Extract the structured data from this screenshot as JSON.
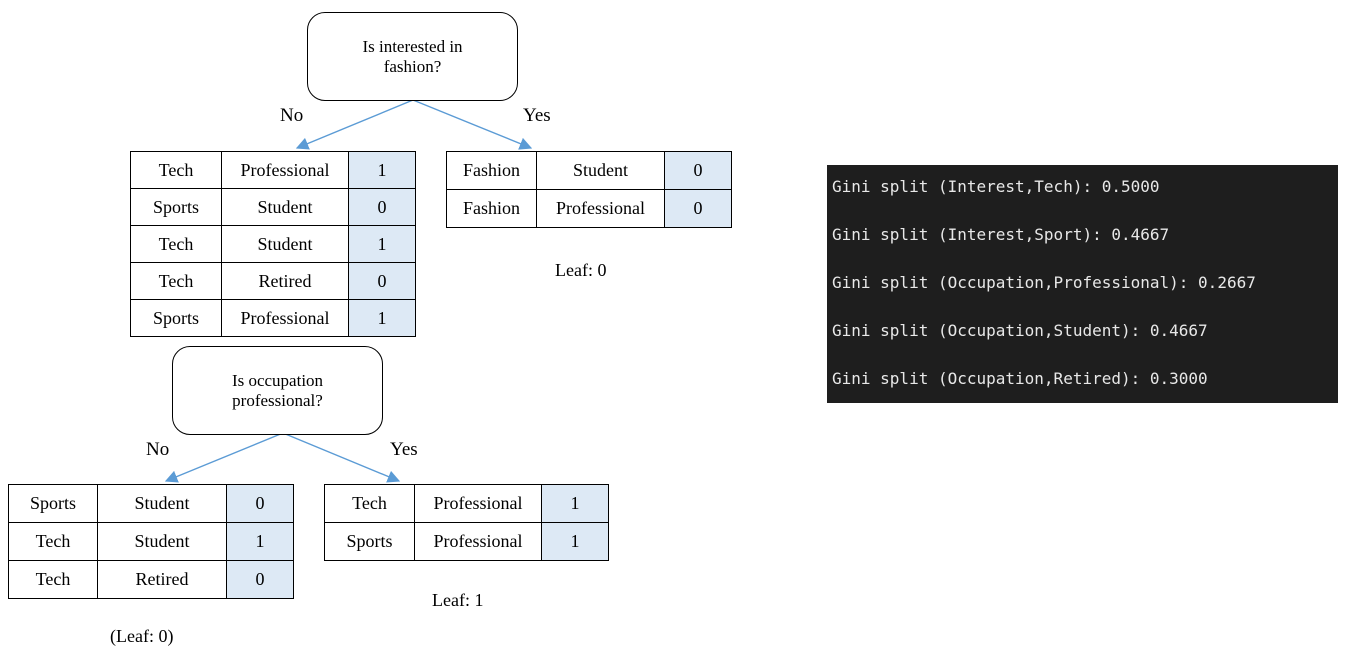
{
  "tree": {
    "root_question": "Is interested in fashion?",
    "root_no_label": "No",
    "root_yes_label": "Yes",
    "left_table": [
      [
        "Tech",
        "Professional",
        "1"
      ],
      [
        "Sports",
        "Student",
        "0"
      ],
      [
        "Tech",
        "Student",
        "1"
      ],
      [
        "Tech",
        "Retired",
        "0"
      ],
      [
        "Sports",
        "Professional",
        "1"
      ]
    ],
    "right_table": [
      [
        "Fashion",
        "Student",
        "0"
      ],
      [
        "Fashion",
        "Professional",
        "0"
      ]
    ],
    "right_leaf": "Leaf: 0",
    "second_question": "Is occupation professional?",
    "second_no_label": "No",
    "second_yes_label": "Yes",
    "bottom_left_table": [
      [
        "Sports",
        "Student",
        "0"
      ],
      [
        "Tech",
        "Student",
        "1"
      ],
      [
        "Tech",
        "Retired",
        "0"
      ]
    ],
    "bottom_left_leaf": "(Leaf: 0)",
    "bottom_right_table": [
      [
        "Tech",
        "Professional",
        "1"
      ],
      [
        "Sports",
        "Professional",
        "1"
      ]
    ],
    "bottom_right_leaf": "Leaf: 1"
  },
  "terminal": {
    "lines": [
      "Gini split (Interest,Tech): 0.5000",
      "Gini split (Interest,Sport): 0.4667",
      "Gini split (Occupation,Professional): 0.2667",
      "Gini split (Occupation,Student): 0.4667",
      "Gini split (Occupation,Retired): 0.3000"
    ]
  },
  "colors": {
    "label_cell": "#dde9f5",
    "arrow": "#5b9bd5",
    "terminal_bg": "#1e1e1e"
  }
}
